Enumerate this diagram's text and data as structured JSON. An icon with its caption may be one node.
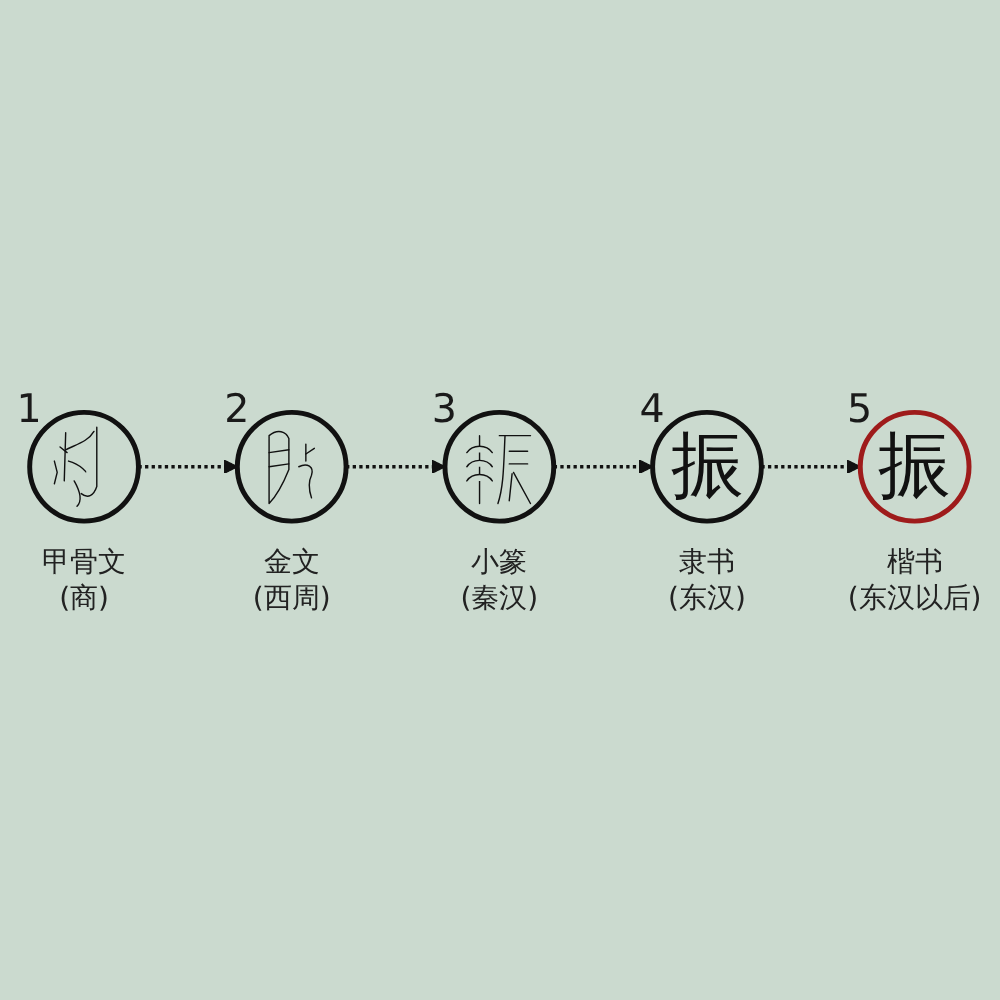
{
  "diagram": {
    "nodes": [
      {
        "text": [],
        "shape": "circle",
        "beside": [
          "1",
          "甲骨文",
          "(商)"
        ]
      },
      {
        "text": [],
        "shape": "circle",
        "beside": [
          "2",
          "金文",
          "(西周)"
        ]
      },
      {
        "text": [],
        "shape": "circle",
        "beside": [
          "3",
          "小篆",
          "(秦汉)"
        ]
      },
      {
        "text": [
          "振"
        ],
        "beside": [
          "4",
          "隶书",
          "(东汉)"
        ]
      },
      {
        "text": [
          "振"
        ],
        "beside": [
          "5",
          "楷书",
          "(东汉以后)"
        ]
      }
    ],
    "edges": [
      {
        "from": 0,
        "to": 1,
        "arrow": "to",
        "style": "dashed"
      },
      {
        "from": 1,
        "to": 2,
        "arrow": "to",
        "style": "dashed"
      },
      {
        "from": 2,
        "to": 3,
        "arrow": "to",
        "style": "dashed"
      },
      {
        "from": 3,
        "to": 4,
        "arrow": "to",
        "style": "dashed"
      }
    ]
  }
}
